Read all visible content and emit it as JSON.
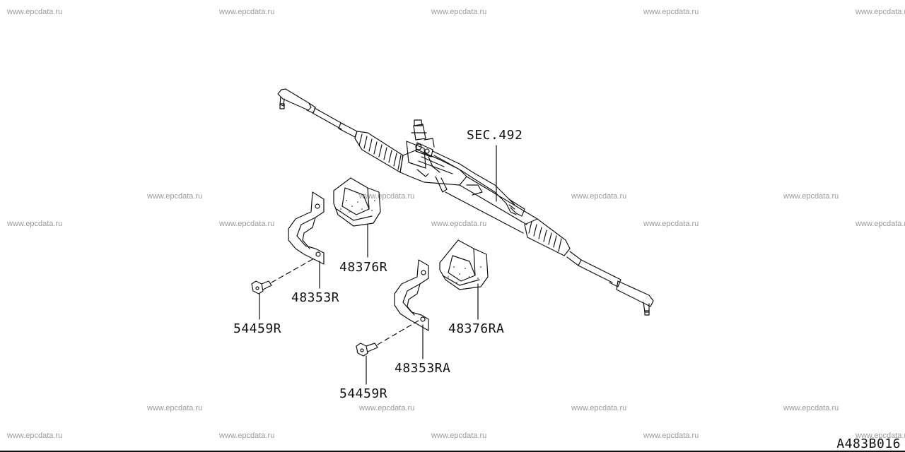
{
  "watermark": "www.epcdata.ru",
  "diagram_code": "A483B016",
  "labels": {
    "sec_492": "SEC.492",
    "p48376r": "48376R",
    "p48353r": "48353R",
    "p54459r_a": "54459R",
    "p48376ra": "48376RA",
    "p48353ra": "48353RA",
    "p54459r_b": "54459R"
  }
}
